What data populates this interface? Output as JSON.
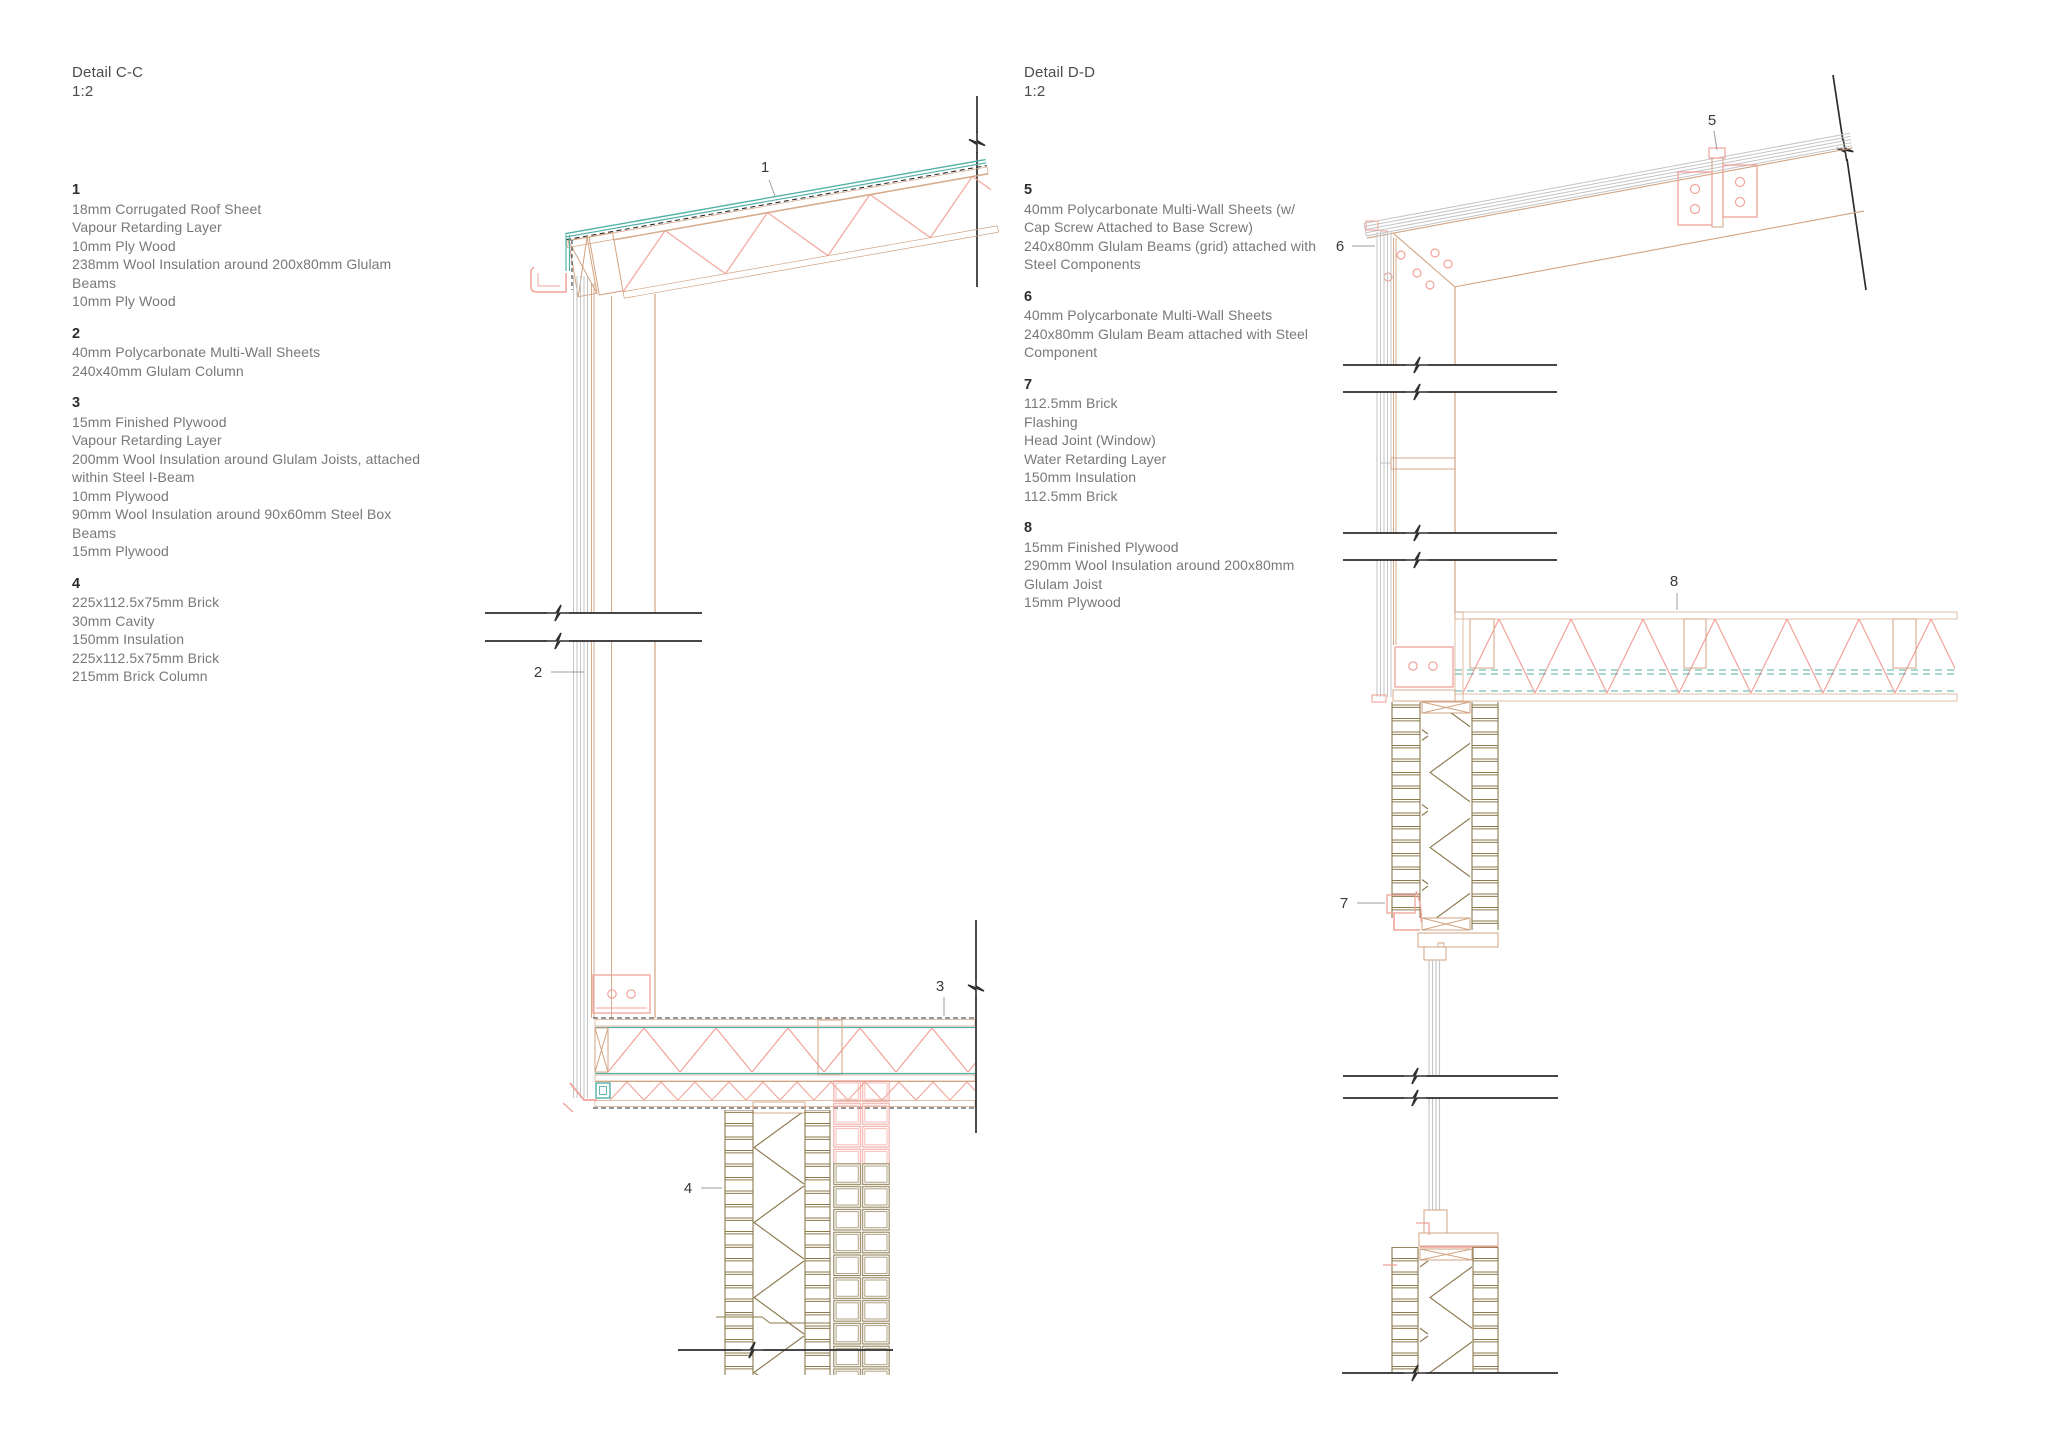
{
  "detail_cc": {
    "title": "Detail C-C",
    "scale": "1:2",
    "items": [
      {
        "num": "1",
        "lines": [
          "18mm Corrugated Roof Sheet",
          "Vapour Retarding Layer",
          "10mm Ply Wood",
          "238mm Wool Insulation around 200x80mm Glulam",
          "Beams",
          "10mm Ply Wood"
        ]
      },
      {
        "num": "2",
        "lines": [
          "40mm Polycarbonate Multi-Wall Sheets",
          "240x40mm Glulam Column"
        ]
      },
      {
        "num": "3",
        "lines": [
          "15mm Finished Plywood",
          "Vapour Retarding Layer",
          "200mm Wool Insulation around Glulam Joists, attached",
          "within Steel I-Beam",
          "10mm Plywood",
          "90mm Wool Insulation around 90x60mm Steel Box",
          "Beams",
          "15mm Plywood"
        ]
      },
      {
        "num": "4",
        "lines": [
          "225x112.5x75mm Brick",
          "30mm Cavity",
          "150mm Insulation",
          "225x112.5x75mm Brick",
          "215mm Brick Column"
        ]
      }
    ]
  },
  "detail_dd": {
    "title": "Detail D-D",
    "scale": "1:2",
    "items": [
      {
        "num": "5",
        "lines": [
          "40mm Polycarbonate Multi-Wall Sheets (w/",
          "Cap Screw Attached to Base Screw)",
          "240x80mm Glulam Beams (grid) attached with",
          "Steel Components"
        ]
      },
      {
        "num": "6",
        "lines": [
          "40mm Polycarbonate Multi-Wall Sheets",
          "240x80mm Glulam Beam attached with Steel",
          "Component"
        ]
      },
      {
        "num": "7",
        "lines": [
          "112.5mm Brick",
          "Flashing",
          "Head Joint (Window)",
          "Water Retarding Layer",
          "150mm Insulation",
          "112.5mm Brick"
        ]
      },
      {
        "num": "8",
        "lines": [
          "15mm Finished Plywood",
          "290mm Wool Insulation around 200x80mm",
          "Glulam Joist",
          "15mm Plywood"
        ]
      }
    ]
  },
  "callouts": {
    "n1": "1",
    "n2": "2",
    "n3": "3",
    "n4": "4",
    "n5": "5",
    "n6": "6",
    "n7": "7",
    "n8": "8"
  },
  "colors": {
    "insulation_pink": "#f2a29b",
    "membrane_teal": "#53b1a7",
    "wood_tan": "#d2a380",
    "brick_olive": "#8c7a4e",
    "polycarbonate_gray": "#c2c4c6",
    "line_black": "#2d2d2e",
    "note_text": "#77787b"
  }
}
